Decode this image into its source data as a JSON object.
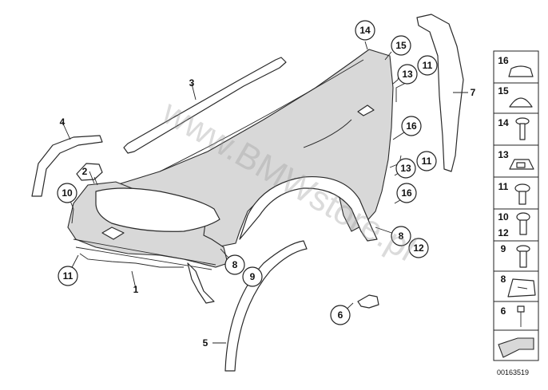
{
  "diagram": {
    "watermark": "www.BMWstore.pl",
    "catalog_code": "00163519",
    "callouts": [
      "1",
      "2",
      "3",
      "4",
      "5",
      "6",
      "7",
      "8",
      "9",
      "10",
      "11",
      "12",
      "13",
      "14",
      "15",
      "16"
    ],
    "side_panel_items": [
      "16",
      "15",
      "14",
      "13",
      "11",
      "10",
      "12",
      "9",
      "8",
      "6"
    ]
  }
}
